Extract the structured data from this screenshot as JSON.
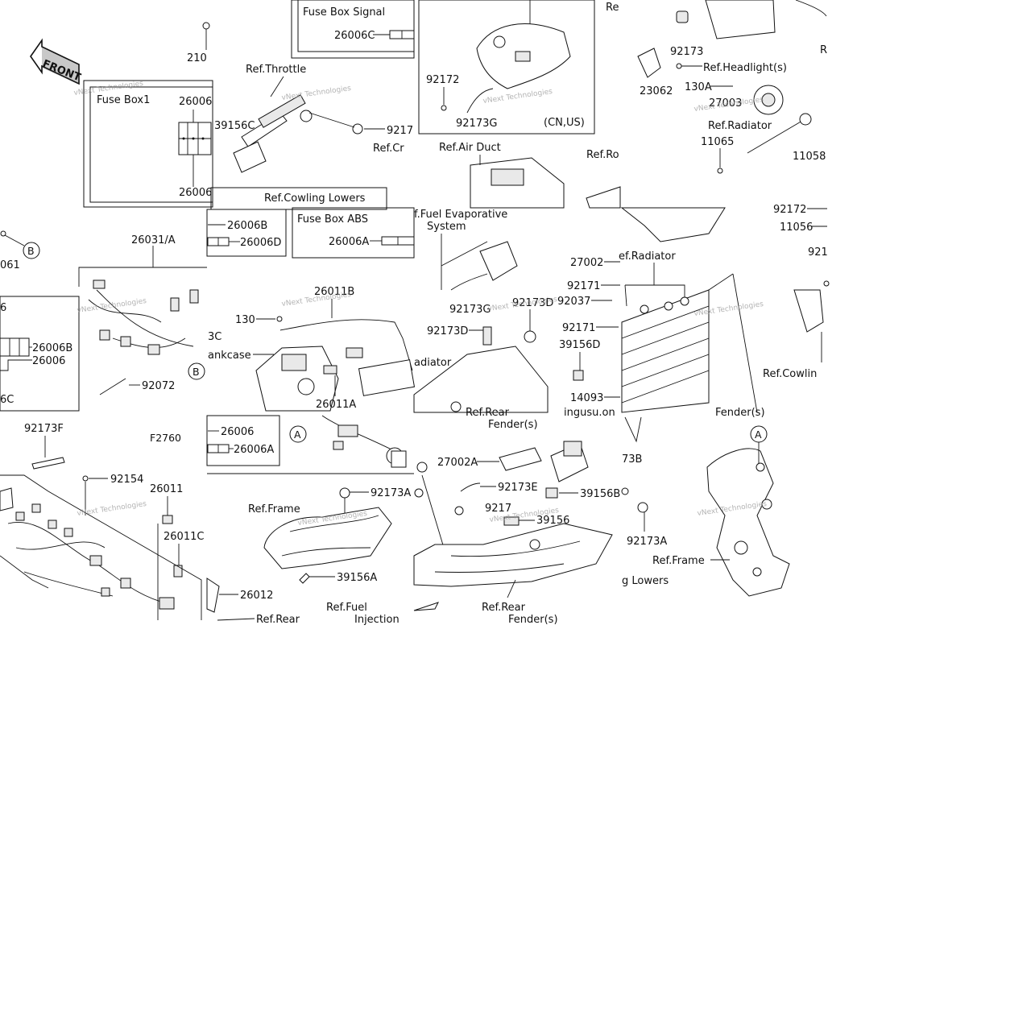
{
  "watermark": "vNext Technologies",
  "front_arrow_label": "FRONT",
  "figure_code": "F2760",
  "circles": {
    "a": "A",
    "b": "B"
  },
  "boxes": {
    "fuse_box_signal": "Fuse Box Signal",
    "fuse_box1": "Fuse Box1",
    "fuse_box_abs": "Fuse Box ABS",
    "cn_us": "(CN,US)"
  },
  "refs": {
    "throttle": "Ref.Throttle",
    "cr": "Ref.Cr",
    "air_duct": "Ref.Air Duct",
    "ro": "Ref.Ro",
    "re": "Re",
    "r": "R",
    "headlights": "Ref.Headlight(s)",
    "radiator_top": "Ref.Radiator",
    "cowling_lowers": "Ref.Cowling Lowers",
    "fuel_evap_1": "f.Fuel Evaporative",
    "fuel_evap_2": "System",
    "radiator_mid": "ef.Radiator",
    "adiator": "adiator",
    "cowlin": "Ref.Cowlin",
    "crankcase": "ankcase",
    "fender_s_mid": "Fender(s)",
    "fender_s_top": "Fender(s)",
    "ref_rear_cut": "Ref.Rear",
    "frame_1": "Ref.Frame",
    "frame_2": "Ref.Frame",
    "rear_bottom": "Ref.Rear",
    "fender_bottom": "Fender(s)",
    "fuel_inj_1": "Ref.Fuel",
    "fuel_inj_2": "Injection",
    "rear_left": "Ref.Rear",
    "g_lowers": "g Lowers"
  },
  "parts": {
    "p210": "210",
    "p26006C_top": "26006C",
    "p92172_a": "92172",
    "p92173G_a": "92173G",
    "p92173_a": "92173",
    "p23062": "23062",
    "p130A": "130A",
    "p27003": "27003",
    "p11065": "11065",
    "p11058": "11058",
    "p26006_f1": "26006",
    "p26006_f1b": "26006",
    "p39156C": "39156C",
    "p9217_cut": "9217",
    "p92172_b": "92172",
    "p11056": "11056",
    "p921_cut": "921",
    "p061": "061",
    "p26031A": "26031/A",
    "p26006B": "26006B",
    "p26006D": "26006D",
    "p26006A_abs": "26006A",
    "p27002": "27002",
    "p92171_a": "92171",
    "p92037": "92037",
    "p92171_b": "92171",
    "p39156D": "39156D",
    "p14093": "14093",
    "p26011B": "26011B",
    "p130": "130",
    "p26011A": "26011A",
    "p92173G_b": "92173G",
    "p92173D_a": "92173D",
    "p92173D_b": "92173D",
    "p26006B_l": "26006B",
    "p26006_l": "26006",
    "p6_cut": "6",
    "p3C_cut": "3C",
    "p6C_cut": "6C",
    "p92072": "92072",
    "p92173F": "92173F",
    "p92154": "92154",
    "p26011": "26011",
    "p26011C": "26011C",
    "p26012": "26012",
    "p26006_m": "26006",
    "p26006A_m": "26006A",
    "p92173A_a": "92173A",
    "p39156A": "39156A",
    "p27002A": "27002A",
    "p92173E": "92173E",
    "p9217_b": "9217",
    "p39156B": "39156B",
    "p39156": "39156",
    "p73B_cut": "73B",
    "p92173A_b": "92173A",
    "p_cut_top": "ingusu.on"
  }
}
